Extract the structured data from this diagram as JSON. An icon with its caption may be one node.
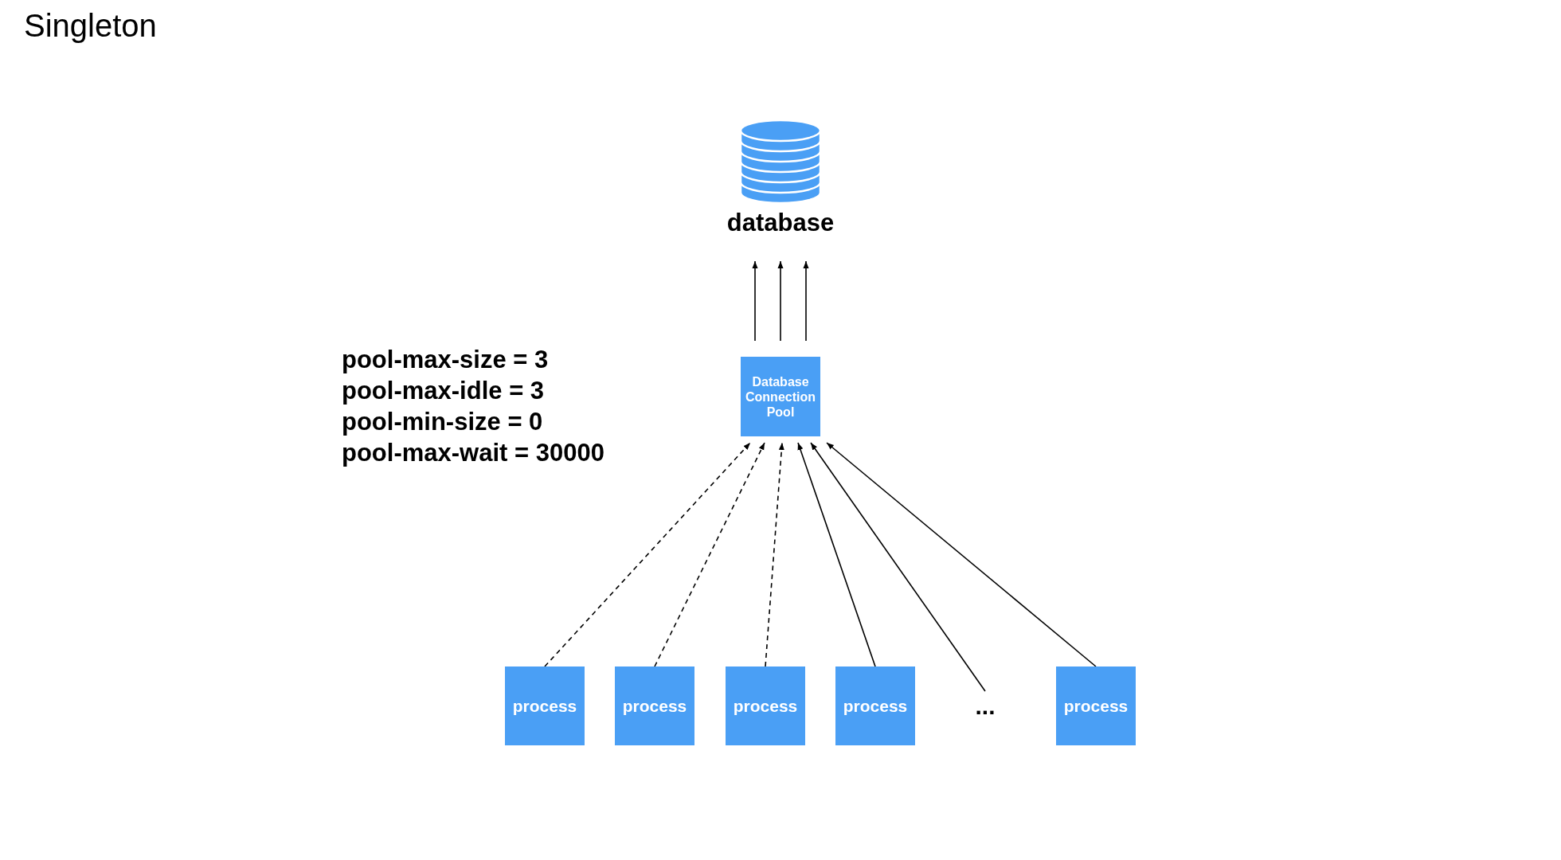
{
  "diagram": {
    "title": "Singleton",
    "nodes": [
      {
        "text": [
          "database"
        ]
      },
      {
        "text": [
          "Database Connection Pool"
        ]
      },
      {
        "text": [
          "process"
        ]
      },
      {
        "text": [
          "process"
        ]
      },
      {
        "text": [
          "process"
        ]
      },
      {
        "text": [
          "process"
        ]
      },
      {
        "text": [
          "..."
        ]
      },
      {
        "text": [
          "process"
        ]
      }
    ],
    "edges": [
      {
        "from": 1,
        "to": 0,
        "arrow": "to"
      },
      {
        "from": 1,
        "to": 0,
        "arrow": "to"
      },
      {
        "from": 1,
        "to": 0,
        "arrow": "to"
      },
      {
        "from": 2,
        "to": 1,
        "arrow": "to",
        "style": "dashed"
      },
      {
        "from": 3,
        "to": 1,
        "arrow": "to",
        "style": "dashed"
      },
      {
        "from": 4,
        "to": 1,
        "arrow": "to",
        "style": "dashed"
      },
      {
        "from": 5,
        "to": 1,
        "arrow": "to"
      },
      {
        "from": 6,
        "to": 1,
        "arrow": "to"
      },
      {
        "from": 7,
        "to": 1,
        "arrow": "to"
      }
    ],
    "labels": [
      "pool-max-size = 3",
      "pool-max-idle = 3",
      "pool-min-size = 0",
      "pool-max-wait = 30000"
    ]
  }
}
